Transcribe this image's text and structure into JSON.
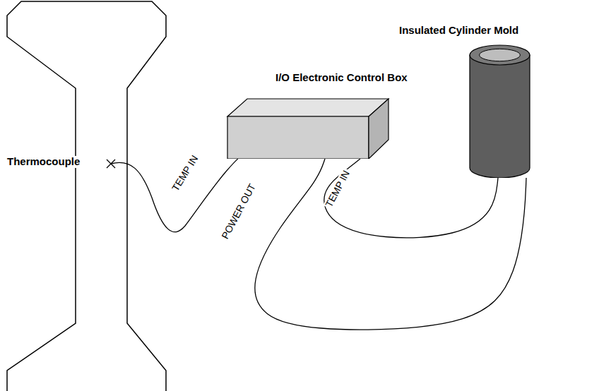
{
  "diagram": {
    "nodes": [
      {
        "text": [
          "I/O Electronic Control Box"
        ]
      },
      {
        "text": [
          "Insulated Cylinder Mold"
        ]
      }
    ],
    "edges": [
      {
        "from": 0,
        "to": 1,
        "arrow": "none",
        "label": "POWER OUT"
      },
      {
        "from": 1,
        "to": 0,
        "arrow": "none",
        "label": "TEMP IN"
      }
    ],
    "labels": [
      "Thermocouple",
      "TEMP IN"
    ]
  }
}
